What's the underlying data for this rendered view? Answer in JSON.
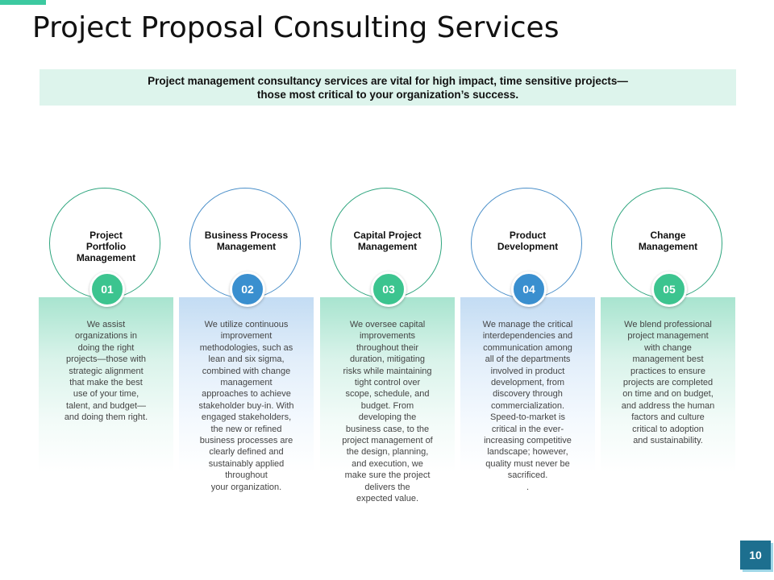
{
  "slide": {
    "title": "Project Proposal Consulting Services",
    "banner": {
      "line1": "Project management consultancy services are vital for high impact, time sensitive projects—",
      "line2": "those most critical  to your organization’s  success."
    },
    "page_number": "10"
  },
  "services": [
    {
      "number": "01",
      "title_lines": [
        "Project",
        "Portfolio",
        "Management"
      ],
      "desc_lines": [
        "We assist",
        "organizations in",
        "doing the right",
        "projects—those with",
        "strategic alignment",
        "that make the best",
        "use of your time,",
        "talent, and budget—",
        "and doing them right."
      ]
    },
    {
      "number": "02",
      "title_lines": [
        "Business Process",
        "Management"
      ],
      "desc_lines": [
        "We utilize continuous",
        "improvement",
        "methodologies, such as",
        "lean and six sigma,",
        "combined with change",
        "management",
        "approaches to achieve",
        "stakeholder buy-in. With",
        "engaged stakeholders,",
        "the new or refined",
        "business processes are",
        "clearly defined and",
        "sustainably applied",
        "throughout",
        "your organization."
      ]
    },
    {
      "number": "03",
      "title_lines": [
        "Capital Project",
        "Management"
      ],
      "desc_lines": [
        "We oversee capital",
        "improvements",
        "throughout their",
        "duration, mitigating",
        "risks while maintaining",
        "tight control over",
        "scope, schedule, and",
        "budget. From",
        "developing the",
        "business case, to the",
        "project management of",
        "the design, planning,",
        "and execution, we",
        "make sure the project",
        "delivers the",
        "expected value."
      ]
    },
    {
      "number": "04",
      "title_lines": [
        "Product",
        "Development"
      ],
      "desc_lines": [
        "We manage the critical",
        "interdependencies and",
        "communication among",
        "all of the departments",
        "involved in product",
        "development, from",
        "discovery through",
        "commercialization.",
        "Speed-to-market is",
        "critical in the ever-",
        "increasing competitive",
        "landscape; however,",
        "quality must never be",
        "sacrificed.",
        "."
      ]
    },
    {
      "number": "05",
      "title_lines": [
        "Change",
        "Management"
      ],
      "desc_lines": [
        "We blend professional",
        "project management",
        "with change",
        "management best",
        "practices to ensure",
        "projects are completed",
        "on time and on budget,",
        "and address the human",
        "factors and culture",
        "critical to  adoption",
        "and sustainability."
      ]
    }
  ],
  "colors": {
    "accent_green": "#3cc48f",
    "accent_blue": "#3a8fcf",
    "page_badge": "#1d6f8f"
  }
}
